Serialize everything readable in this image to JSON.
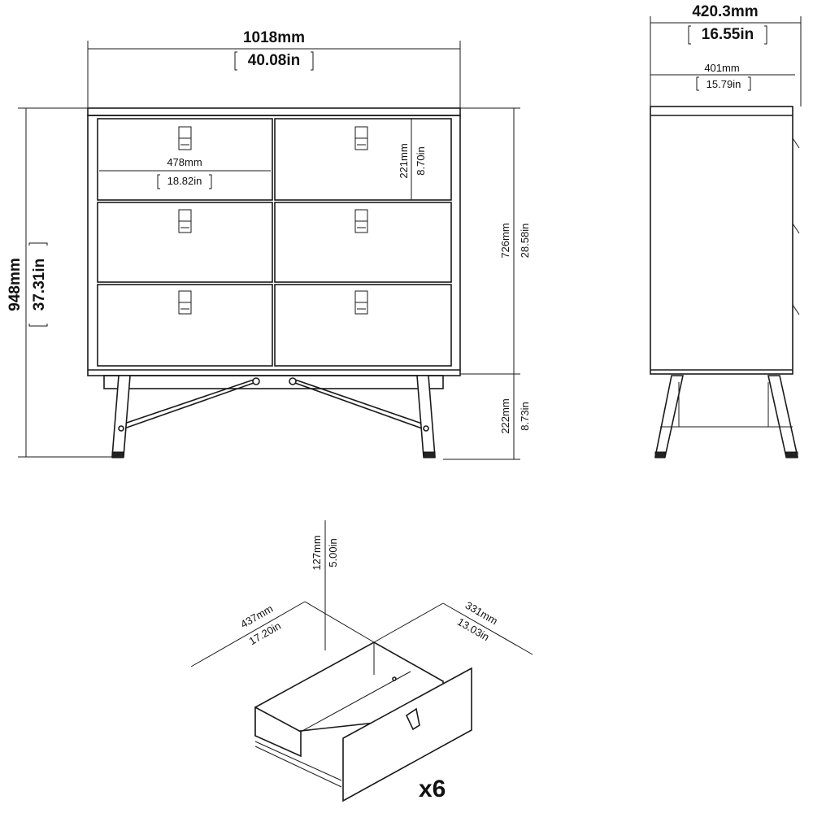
{
  "front_view": {
    "width_mm": "1018mm",
    "width_in": "40.08in",
    "height_mm": "948mm",
    "height_in": "37.31in",
    "drawer_width_mm": "478mm",
    "drawer_width_in": "18.82in",
    "drawer_height_mm": "221mm",
    "drawer_height_in": "8.70in",
    "body_height_mm": "726mm",
    "body_height_in": "28.58in",
    "leg_height_mm": "222mm",
    "leg_height_in": "8.73in"
  },
  "side_view": {
    "depth_mm": "420.3mm",
    "depth_in": "16.55in",
    "body_depth_mm": "401mm",
    "body_depth_in": "15.79in"
  },
  "drawer_detail": {
    "height_mm": "127mm",
    "height_in": "5.00in",
    "width_mm": "437mm",
    "width_in": "17.20in",
    "depth_mm": "331mm",
    "depth_in": "13.03in",
    "quantity": "x6"
  }
}
